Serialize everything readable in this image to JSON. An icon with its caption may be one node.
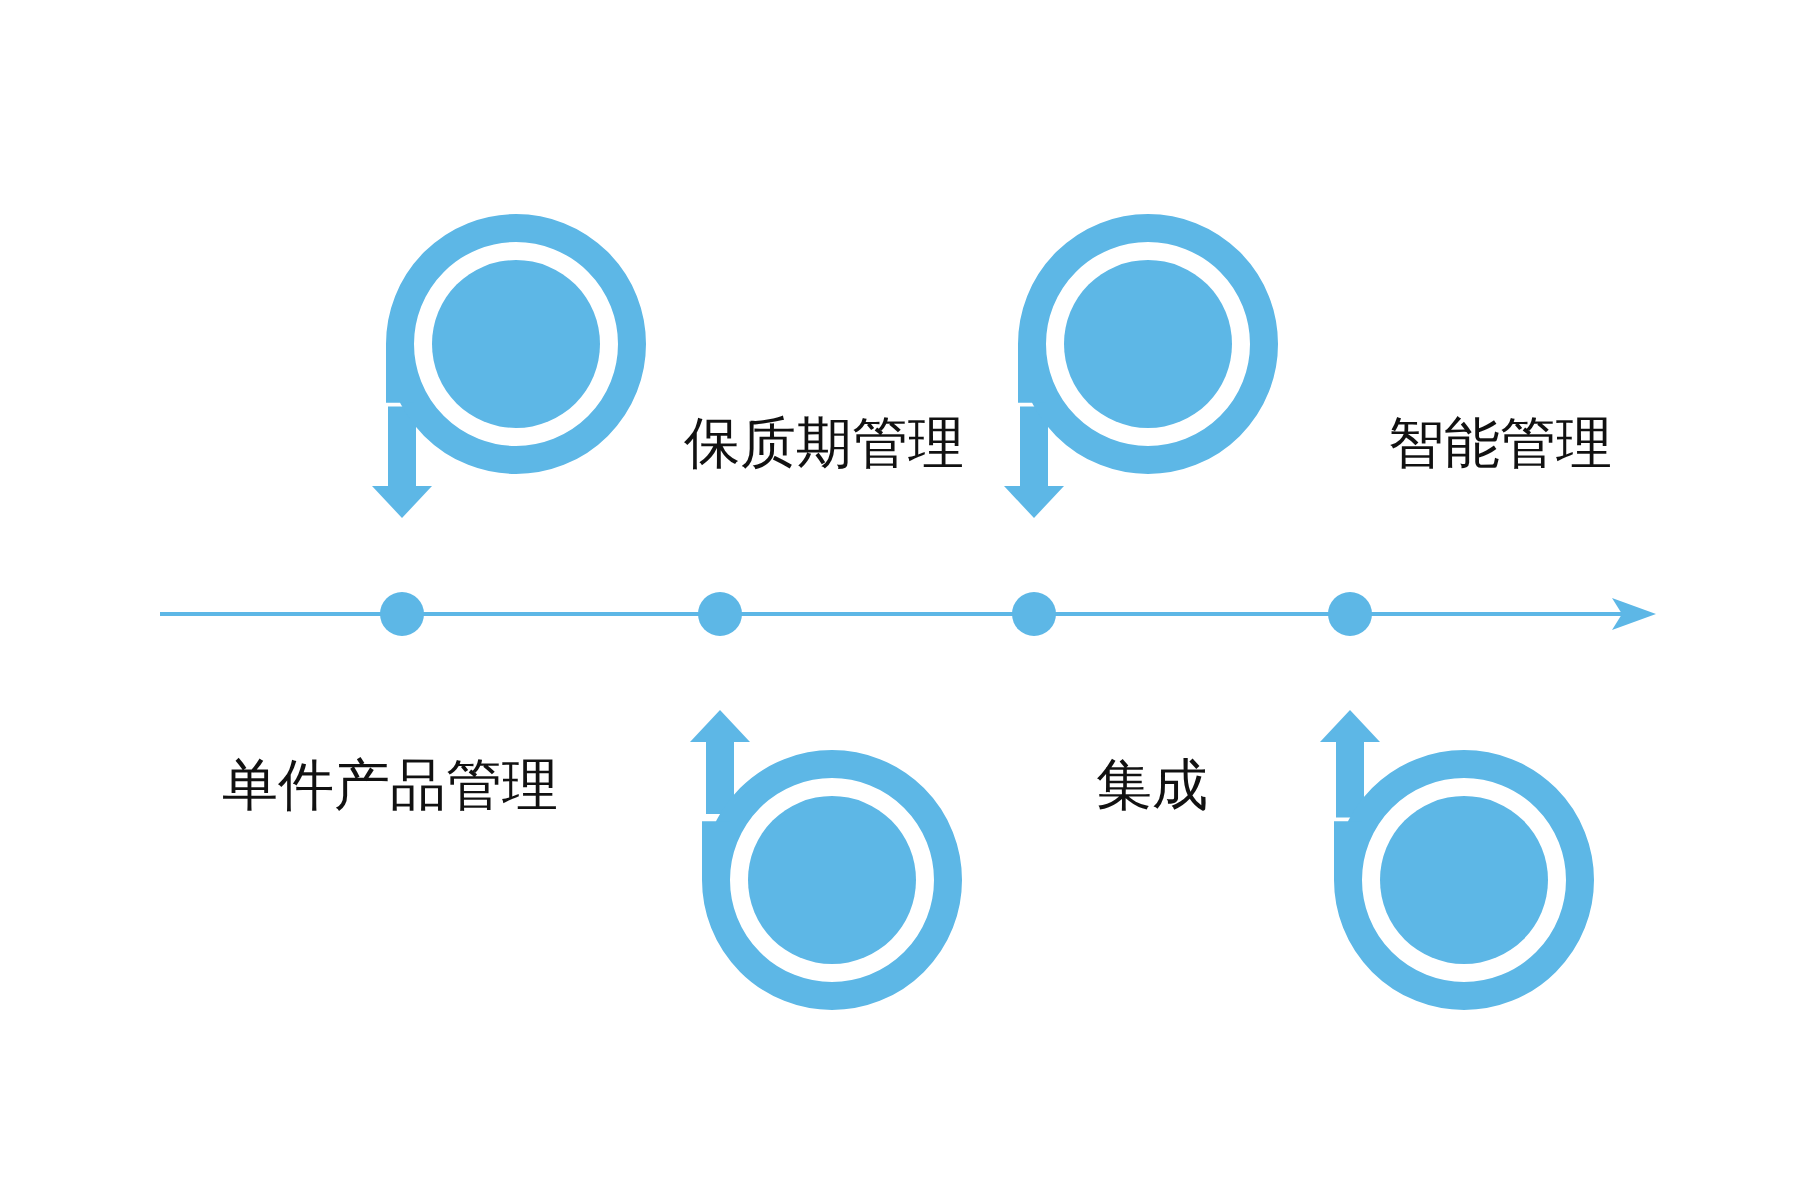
{
  "diagram": {
    "nodes": [
      {
        "text": [],
        "shape": "circle"
      },
      {
        "text": [],
        "shape": "circle"
      },
      {
        "text": [],
        "shape": "circle"
      },
      {
        "text": [],
        "shape": "circle"
      },
      {
        "text": [],
        "shape": "circle"
      },
      {
        "text": [],
        "shape": "circle"
      },
      {
        "text": [],
        "shape": "circle"
      },
      {
        "text": [],
        "shape": "circle"
      }
    ],
    "edges": [
      {
        "from": 4,
        "to": 0,
        "arrow": "to"
      },
      {
        "from": 5,
        "to": 1,
        "arrow": "to"
      },
      {
        "from": 6,
        "to": 2,
        "arrow": "to"
      },
      {
        "from": 7,
        "to": 3,
        "arrow": "to"
      }
    ],
    "labels": [
      "保质期管理",
      "智能管理",
      "单件产品管理",
      "集成"
    ]
  }
}
